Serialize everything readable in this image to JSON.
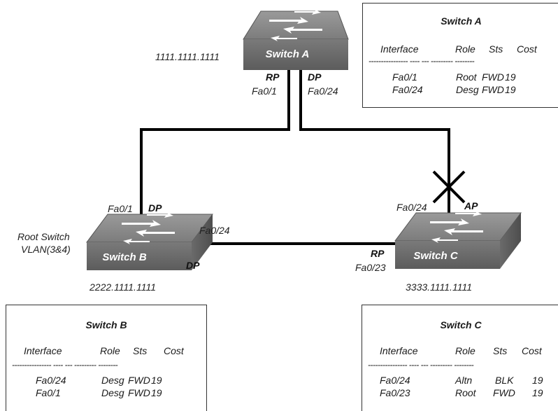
{
  "switches": {
    "a": {
      "name": "Switch A",
      "mac": "1111.1111.1111"
    },
    "b": {
      "name": "Switch B",
      "mac": "2222.1111.1111",
      "note_line1": "Root Switch",
      "note_line2": "VLAN(3&4)"
    },
    "c": {
      "name": "Switch C",
      "mac": "3333.1111.1111"
    }
  },
  "ports": {
    "a_left": {
      "role": "RP",
      "iface": "Fa0/1"
    },
    "a_right": {
      "role": "DP",
      "iface": "Fa0/24"
    },
    "b_top": {
      "role": "DP",
      "iface": "Fa0/1"
    },
    "b_right": {
      "role": "DP",
      "iface": "Fa0/24"
    },
    "c_left": {
      "role": "RP",
      "iface": "Fa0/23"
    },
    "c_top": {
      "role": "AP",
      "iface": "Fa0/24"
    }
  },
  "tables": {
    "a": {
      "title": "Switch A",
      "headers": [
        "Interface",
        "Role",
        "Sts",
        "Cost"
      ],
      "separator": "---------------- ---- --- --------- --------",
      "rows": [
        {
          "iface": "Fa0/1",
          "role": "Root",
          "sts": "FWD",
          "cost": "19"
        },
        {
          "iface": "Fa0/24",
          "role": "Desg",
          "sts": "FWD",
          "cost": "19"
        }
      ]
    },
    "b": {
      "title": "Switch B",
      "headers": [
        "Interface",
        "Role",
        "Sts",
        "Cost"
      ],
      "separator": "---------------- ---- --- --------- --------",
      "rows": [
        {
          "iface": "Fa0/24",
          "role": "Desg",
          "sts": "FWD",
          "cost": "19"
        },
        {
          "iface": "Fa0/1",
          "role": "Desg",
          "sts": "FWD",
          "cost": "19"
        }
      ]
    },
    "c": {
      "title": "Switch C",
      "headers": [
        "Interface",
        "Role",
        "Sts",
        "Cost"
      ],
      "separator": "---------------- ---- --- --------- --------",
      "rows": [
        {
          "iface": "Fa0/24",
          "role": "Altn",
          "sts": "BLK",
          "cost": "19"
        },
        {
          "iface": "Fa0/23",
          "role": "Root",
          "sts": "FWD",
          "cost": "19"
        }
      ]
    }
  },
  "colors": {
    "switch_top": "#8a8a8a",
    "switch_front": "#6e6e6e",
    "switch_side": "#5a5a5a",
    "link": "#000000"
  }
}
